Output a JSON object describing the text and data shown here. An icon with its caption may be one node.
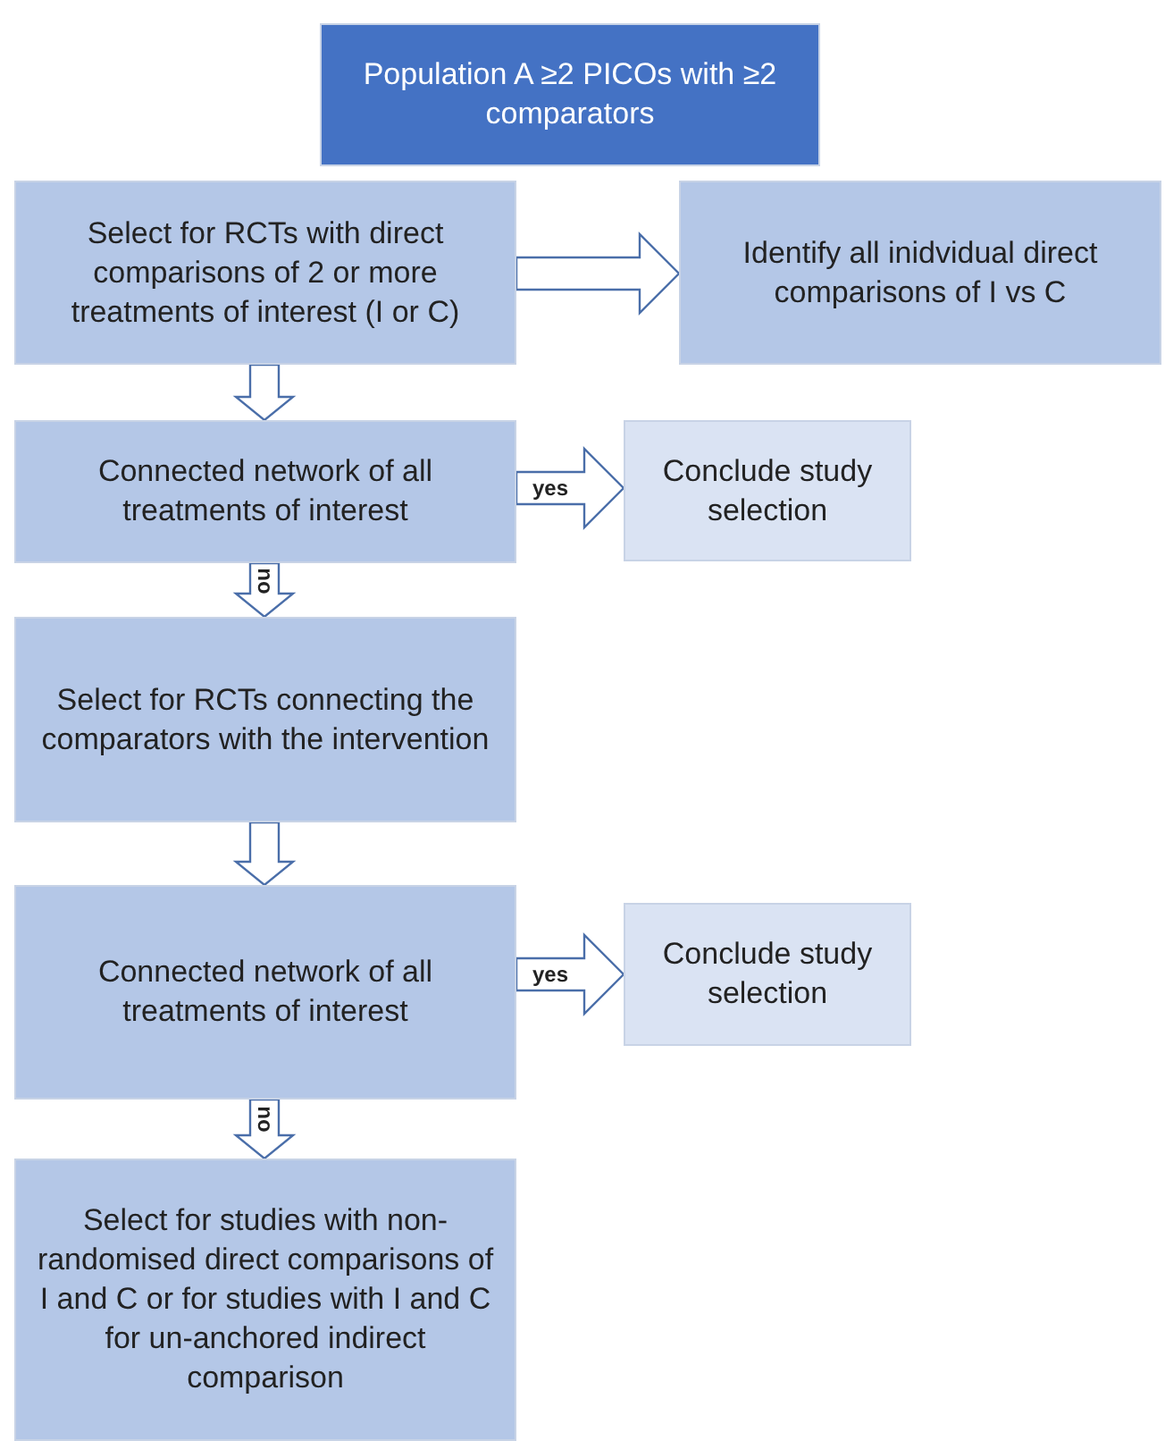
{
  "diagram": {
    "nodes": [
      {
        "text": [
          "Population A ≥2 PICOs with ≥2 comparators"
        ]
      },
      {
        "text": [
          "Select for RCTs with direct comparisons of 2 or more treatments of interest (I or C)"
        ]
      },
      {
        "text": [
          "Identify all inidvidual direct comparisons of I vs C"
        ]
      },
      {
        "text": [
          "Connected network of all treatments of interest"
        ]
      },
      {
        "text": [
          "Conclude study selection"
        ]
      },
      {
        "text": [
          "Select for RCTs connecting the comparators with the intervention"
        ]
      },
      {
        "text": [
          "Connected network of all treatments of interest"
        ]
      },
      {
        "text": [
          "Conclude study selection"
        ]
      },
      {
        "text": [
          "Select for studies with non-randomised direct comparisons of I and C or for studies with I and C for un-anchored indirect comparison"
        ]
      }
    ],
    "edges": [
      {
        "from": 1,
        "to": 2,
        "arrow": "to"
      },
      {
        "from": 1,
        "to": 3,
        "arrow": "to"
      },
      {
        "from": 3,
        "to": 4,
        "arrow": "to",
        "label": "yes"
      },
      {
        "from": 3,
        "to": 5,
        "arrow": "to",
        "label": "no"
      },
      {
        "from": 5,
        "to": 6,
        "arrow": "to"
      },
      {
        "from": 6,
        "to": 7,
        "arrow": "to",
        "label": "yes"
      },
      {
        "from": 6,
        "to": 8,
        "arrow": "to",
        "label": "no"
      }
    ]
  }
}
